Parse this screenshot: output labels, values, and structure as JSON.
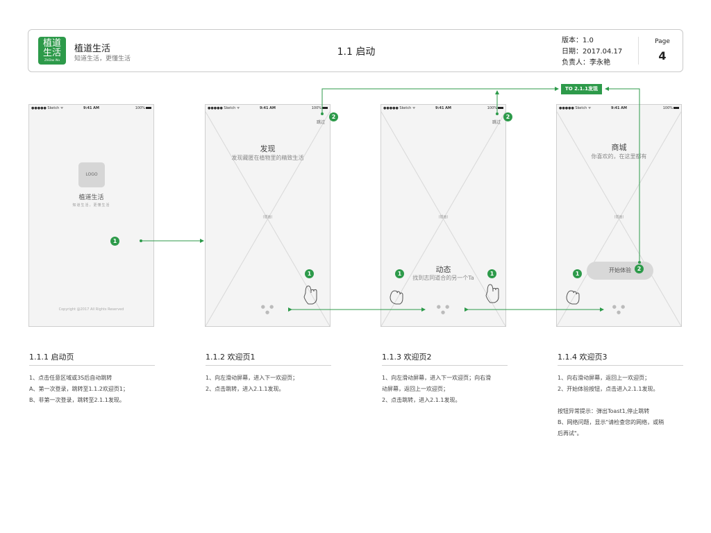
{
  "header": {
    "logo_text_top": "植道",
    "logo_text_bottom": "生活",
    "logo_text_sub": "ZhiDao Wu",
    "app_name": "植道生活",
    "app_slogan": "知道生活，更懂生活",
    "page_title": "1.1 启动",
    "version": "版本：1.0",
    "date": "日期：2017.04.17",
    "owner": "负责人：李永艳",
    "page_label": "Page",
    "page_number": "4"
  },
  "status_bar": {
    "carrier": "●●●●● Sketch ᯤ",
    "time": "9:41 AM",
    "battery": "100%"
  },
  "screens": {
    "splash": {
      "logo_placeholder": "LOGO",
      "name": "植道生活",
      "slogan": "知道生活，更懂生活",
      "copyright": "Copyright @2017 All Rights Reserved"
    },
    "welcome1": {
      "title": "发现",
      "subtitle": "发现藏匿在植物里的精致生活",
      "illustration": "(插画)",
      "skip": "跳过",
      "dots": "● ● ●"
    },
    "welcome2": {
      "title": "动态",
      "subtitle": "找到志同道合的另一个Ta",
      "illustration": "(插画)",
      "skip": "跳过",
      "dots": "● ● ●"
    },
    "welcome3": {
      "title": "商城",
      "subtitle": "你喜欢的，在这里都有",
      "illustration": "(插画)",
      "start_button": "开始体验",
      "dots": "● ● ●"
    }
  },
  "annotations": {
    "badge1": "1",
    "badge2": "2",
    "to_target": "TO  2.1.1发现"
  },
  "sections": [
    {
      "title": "1.1.1 启动页",
      "lines": [
        "1、点击任意区域或3S后自动跳转",
        "A、第一次登录，跳转至1.1.2欢迎页1；",
        "B、非第一次登录，跳转至2.1.1发现。"
      ]
    },
    {
      "title": "1.1.2 欢迎页1",
      "lines": [
        "1、向左滑动屏幕，进入下一欢迎页；",
        "2、点击跳转，进入2.1.1发现。"
      ]
    },
    {
      "title": "1.1.3 欢迎页2",
      "lines": [
        "1、向左滑动屏幕，进入下一欢迎页；向右滑",
        "动屏幕，返回上一欢迎页；",
        "2、点击跳转，进入2.1.1发现。"
      ]
    },
    {
      "title": "1.1.4 欢迎页3",
      "lines": [
        "1、向右滑动屏幕，返回上一欢迎页；",
        "2、开始体验按钮，点击进入2.1.1发现。",
        "",
        "按钮异常提示：弹出Toast1,停止跳转",
        "B、网络问题，显示\"请检查您的网络，或稍",
        "后再试\"。"
      ]
    }
  ],
  "colors": {
    "accent": "#2d9a4a",
    "phone_bg": "#f4f4f4",
    "line": "#cfcfcf"
  }
}
